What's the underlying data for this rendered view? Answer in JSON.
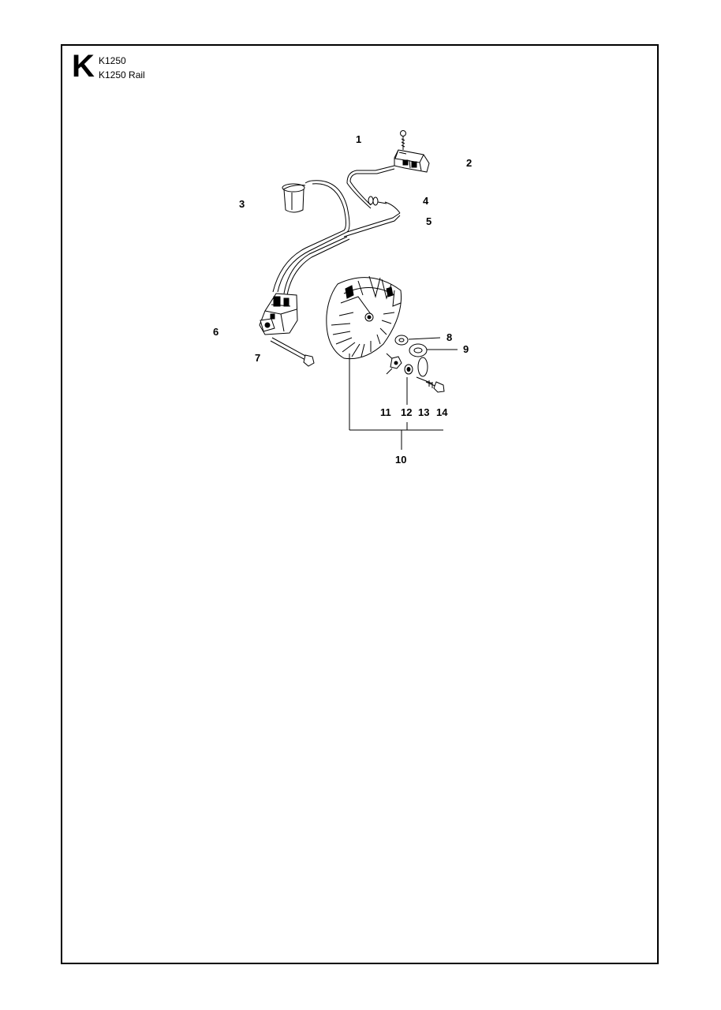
{
  "header": {
    "section_letter": "K",
    "models": [
      "K1250",
      "K1250 Rail"
    ]
  },
  "callouts": [
    {
      "id": "1",
      "label": "1"
    },
    {
      "id": "2",
      "label": "2"
    },
    {
      "id": "3",
      "label": "3"
    },
    {
      "id": "4",
      "label": "4"
    },
    {
      "id": "5",
      "label": "5"
    },
    {
      "id": "6",
      "label": "6"
    },
    {
      "id": "7",
      "label": "7"
    },
    {
      "id": "8",
      "label": "8"
    },
    {
      "id": "9",
      "label": "9"
    },
    {
      "id": "10",
      "label": "10"
    },
    {
      "id": "11",
      "label": "11"
    },
    {
      "id": "12",
      "label": "12"
    },
    {
      "id": "13",
      "label": "13"
    },
    {
      "id": "14",
      "label": "14"
    }
  ]
}
